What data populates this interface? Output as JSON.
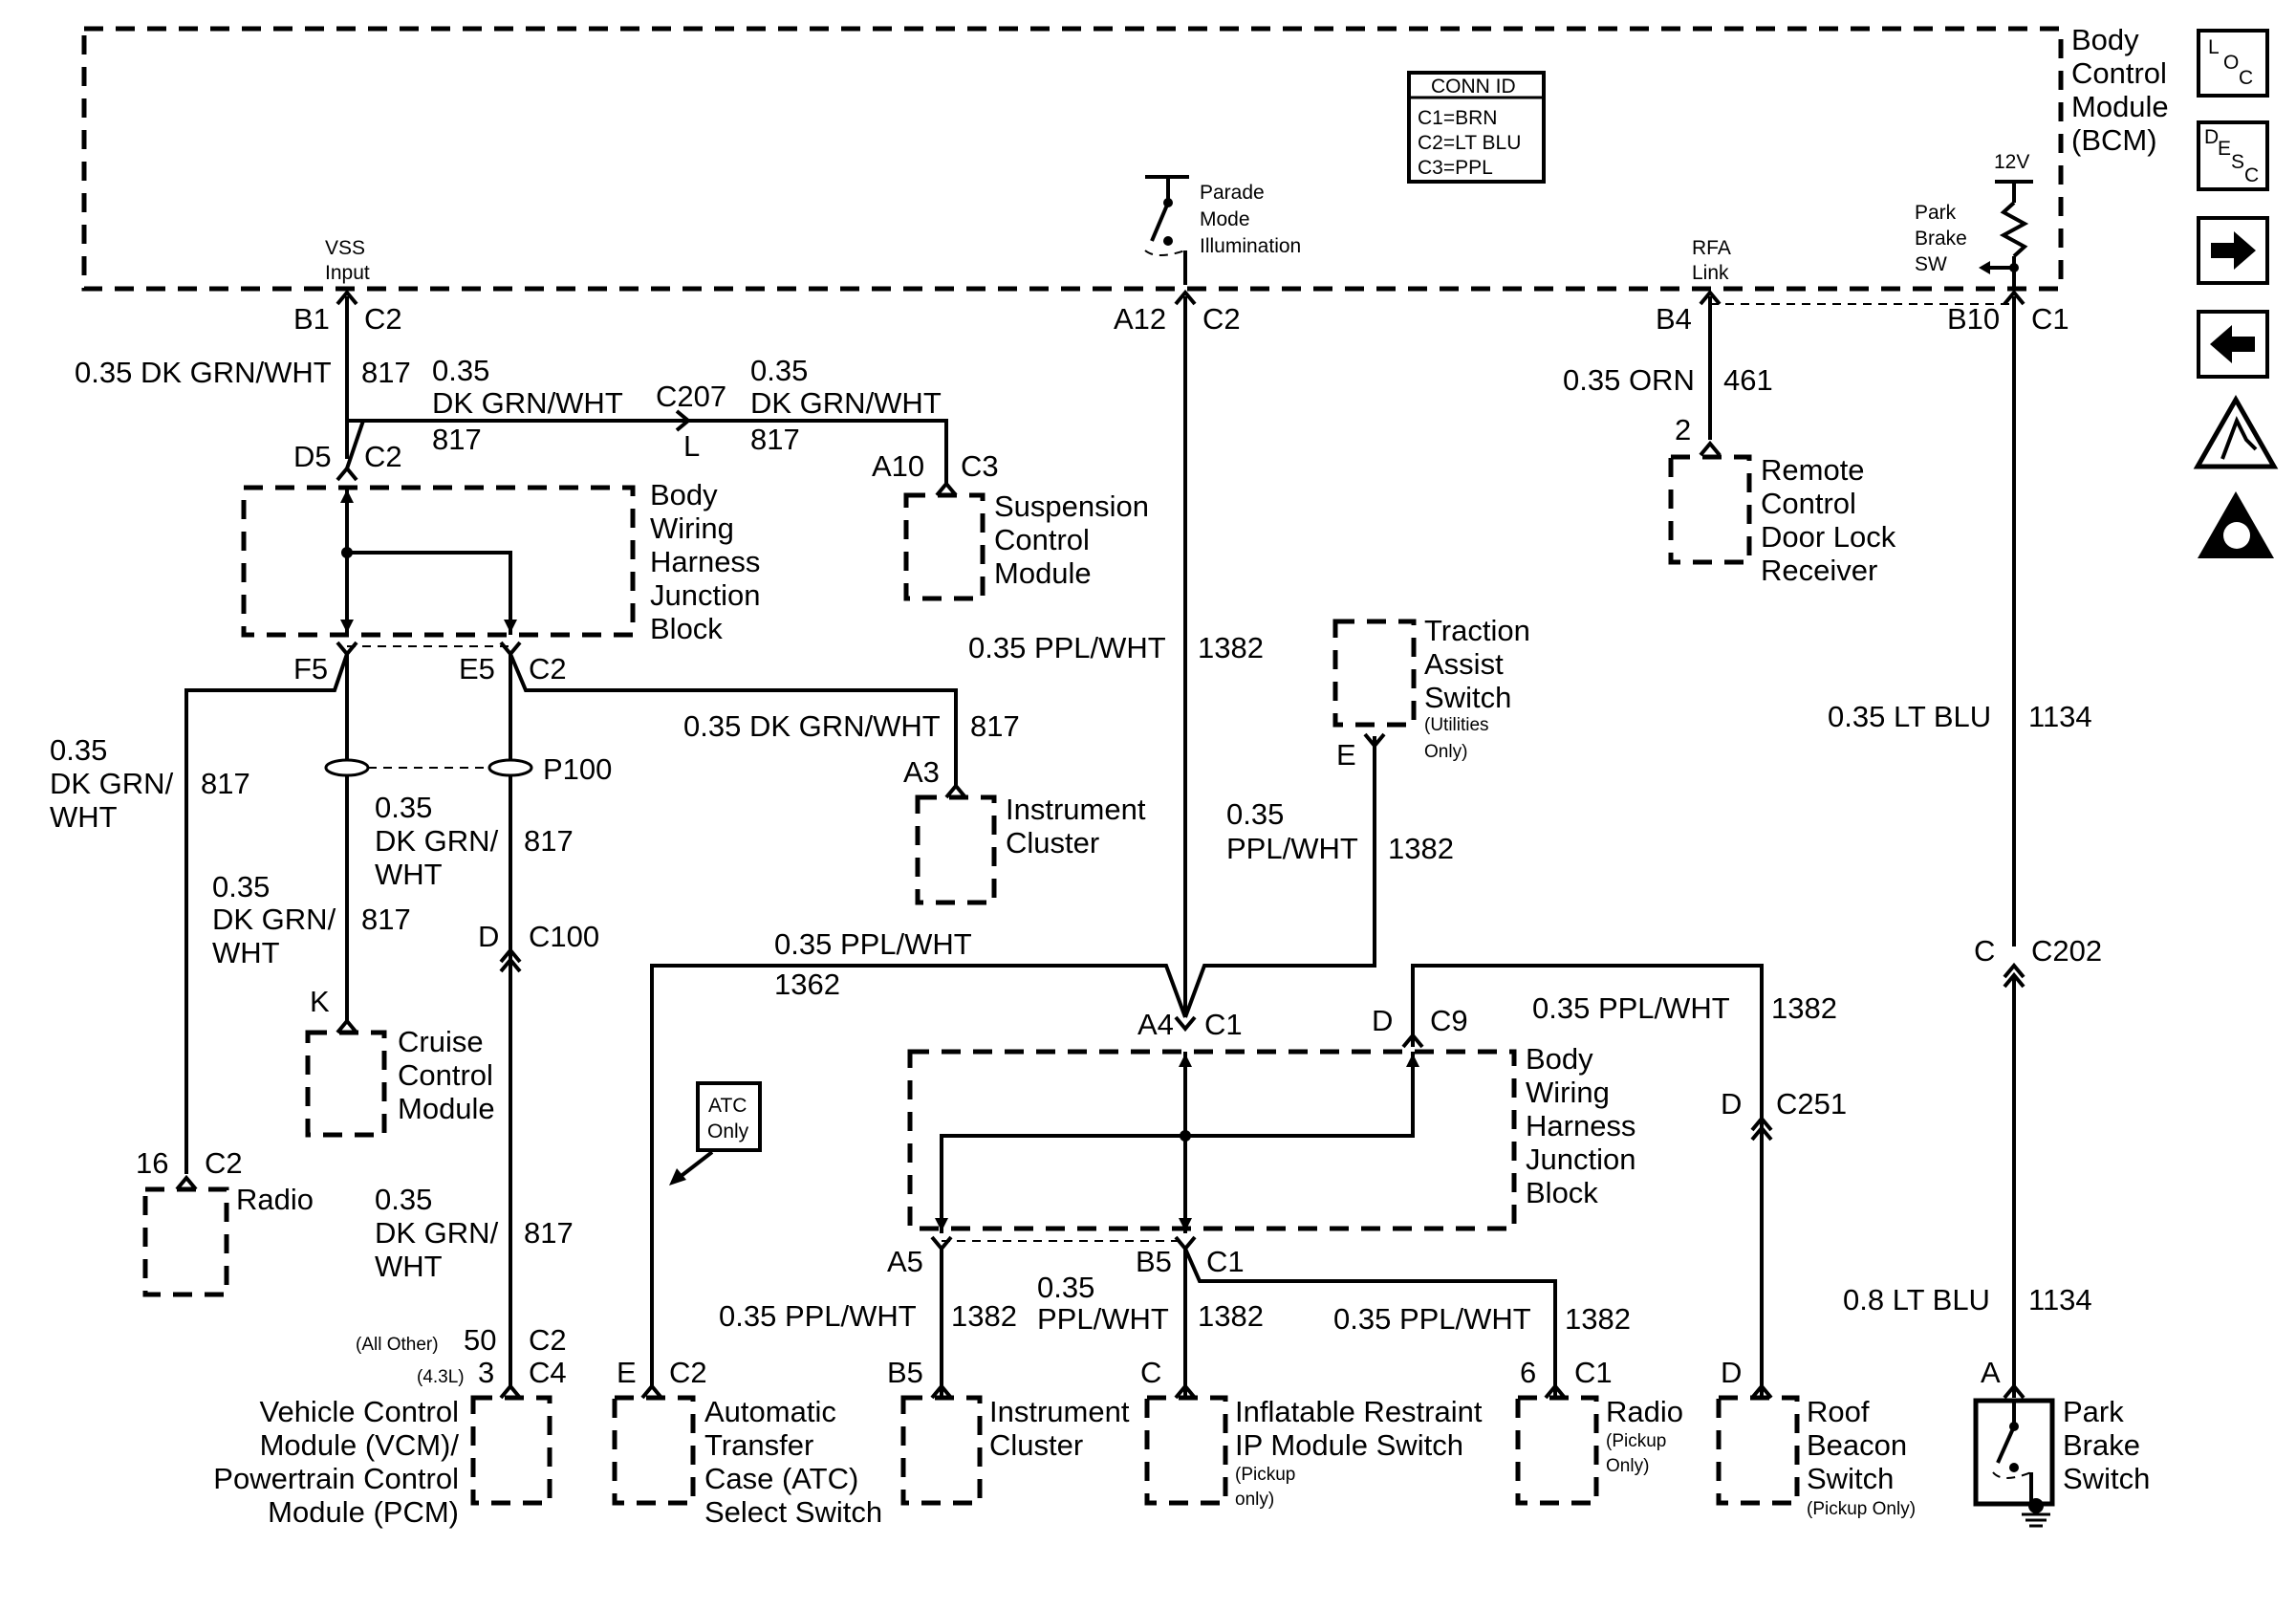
{
  "bcm": {
    "line1": "Body",
    "line2": "Control",
    "line3": "Module",
    "line4": "(BCM)"
  },
  "conn_id": {
    "title": "CONN ID",
    "c1": "C1=BRN",
    "c2": "C2=LT BLU",
    "c3": "C3=PPL"
  },
  "icons": {
    "loc": "loc-icon",
    "desc": "desc-icon",
    "next": "arrow-right-icon",
    "prev": "arrow-left-icon",
    "esd1": "esd-warning-icon",
    "esd2": "esd-hand-icon"
  },
  "icon_text": {
    "loc_l": "L",
    "loc_o": "O",
    "loc_c": "C",
    "desc_d": "D",
    "desc_e": "E",
    "desc_s": "S",
    "desc_c": "C"
  },
  "vss": {
    "l1": "VSS",
    "l2": "Input"
  },
  "parade": {
    "l1": "Parade",
    "l2": "Mode",
    "l3": "Illumination"
  },
  "rfa": {
    "l1": "RFA",
    "l2": "Link"
  },
  "park_sw": {
    "l1": "Park",
    "l2": "Brake",
    "l3": "SW",
    "v": "12V"
  },
  "labels": {
    "B1": "B1",
    "C2": "C2",
    "A12": "A12",
    "B4": "B4",
    "B10": "B10",
    "C1": "C1",
    "D5": "D5",
    "C207": "C207",
    "L": "L",
    "A10": "A10",
    "C3": "C3",
    "two": "2",
    "F5": "F5",
    "E5": "E5",
    "P100": "P100",
    "A3": "A3",
    "E": "E",
    "D": "D",
    "C100": "C100",
    "K": "K",
    "sixteen": "16",
    "A4": "A4",
    "C9": "C9",
    "C251": "C251",
    "C": "C",
    "C202": "C202",
    "A5": "A5",
    "B5": "B5",
    "six": "6",
    "A": "A",
    "fifty": "50",
    "three": "3",
    "C4": "C4",
    "all_other": "(All Other)",
    "l43": "(4.3L)"
  },
  "wires": {
    "w817a": "0.35 DK GRN/WHT",
    "n817": "817",
    "w035": "0.35",
    "dkgrn": "DK GRN/WHT",
    "dkgrn2": "DK GRN/",
    "wht": "WHT",
    "ppl1382": "0.35 PPL/WHT",
    "n1382": "1382",
    "pplwht": "PPL/WHT",
    "n1362": "1362",
    "orn": "0.35 ORN",
    "n461": "461",
    "ltblu": "0.35 LT BLU",
    "ltblu8": "0.8 LT BLU",
    "n1134": "1134"
  },
  "modules": {
    "bwjb": {
      "l1": "Body",
      "l2": "Wiring",
      "l3": "Harness",
      "l4": "Junction",
      "l5": "Block"
    },
    "scm": {
      "l1": "Suspension",
      "l2": "Control",
      "l3": "Module"
    },
    "rcdl": {
      "l1": "Remote",
      "l2": "Control",
      "l3": "Door Lock",
      "l4": "Receiver"
    },
    "tas": {
      "l1": "Traction",
      "l2": "Assist",
      "l3": "Switch",
      "l4": "(Utilities",
      "l5": "Only)"
    },
    "ic": {
      "l1": "Instrument",
      "l2": "Cluster"
    },
    "ccm": {
      "l1": "Cruise",
      "l2": "Control",
      "l3": "Module"
    },
    "radio": "Radio",
    "atc_only": {
      "l1": "ATC",
      "l2": "Only"
    },
    "vcm": {
      "l1": "Vehicle Control",
      "l2": "Module (VCM)/",
      "l3": "Powertrain Control",
      "l4": "Module (PCM)"
    },
    "atc": {
      "l1": "Automatic",
      "l2": "Transfer",
      "l3": "Case (ATC)",
      "l4": "Select Switch"
    },
    "irs": {
      "l1": "Inflatable Restraint",
      "l2": "IP Module Switch",
      "l3": "(Pickup",
      "l4": "only)"
    },
    "radio2": {
      "l1": "Radio",
      "l2": "(Pickup",
      "l3": "Only)"
    },
    "roof": {
      "l1": "Roof",
      "l2": "Beacon",
      "l3": "Switch",
      "l4": "(Pickup Only)"
    },
    "pbs": {
      "l1": "Park",
      "l2": "Brake",
      "l3": "Switch"
    }
  }
}
